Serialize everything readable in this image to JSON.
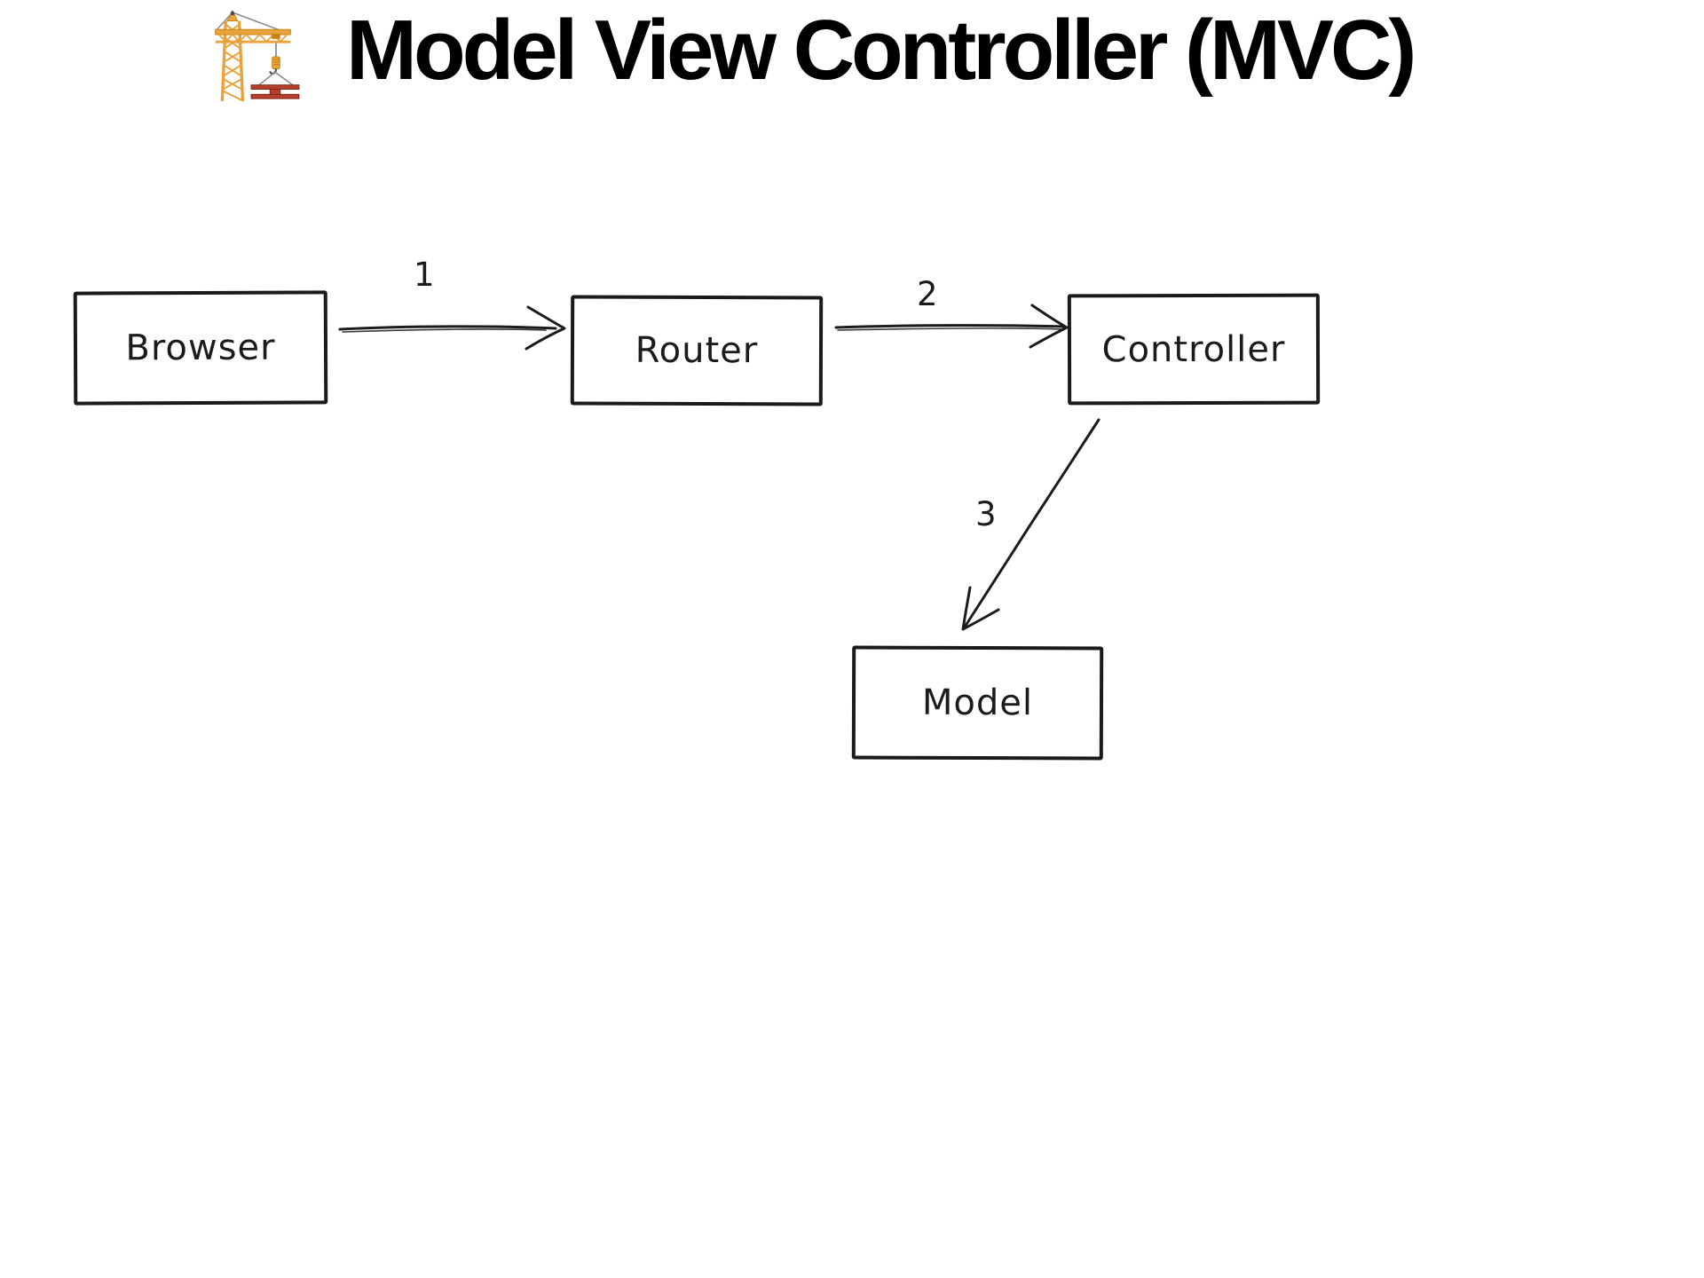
{
  "title": {
    "text": "Model View Controller (MVC)",
    "icon": "construction-crane"
  },
  "diagram": {
    "nodes": [
      {
        "id": "browser",
        "label": "Browser"
      },
      {
        "id": "router",
        "label": "Router"
      },
      {
        "id": "controller",
        "label": "Controller"
      },
      {
        "id": "model",
        "label": "Model"
      }
    ],
    "edges": [
      {
        "from": "browser",
        "to": "router",
        "label": "1",
        "direction": "right"
      },
      {
        "from": "router",
        "to": "controller",
        "label": "2",
        "direction": "right"
      },
      {
        "from": "controller",
        "to": "model",
        "label": "3",
        "direction": "down-left"
      }
    ]
  },
  "colors": {
    "background": "#ffffff",
    "stroke": "#1b1b1b",
    "title": "#000000",
    "crane_yellow": "#e8a33d",
    "crane_yellow_dark": "#c9820f",
    "crane_red": "#b5402c",
    "crane_cable_grey": "#8a8a8a"
  }
}
